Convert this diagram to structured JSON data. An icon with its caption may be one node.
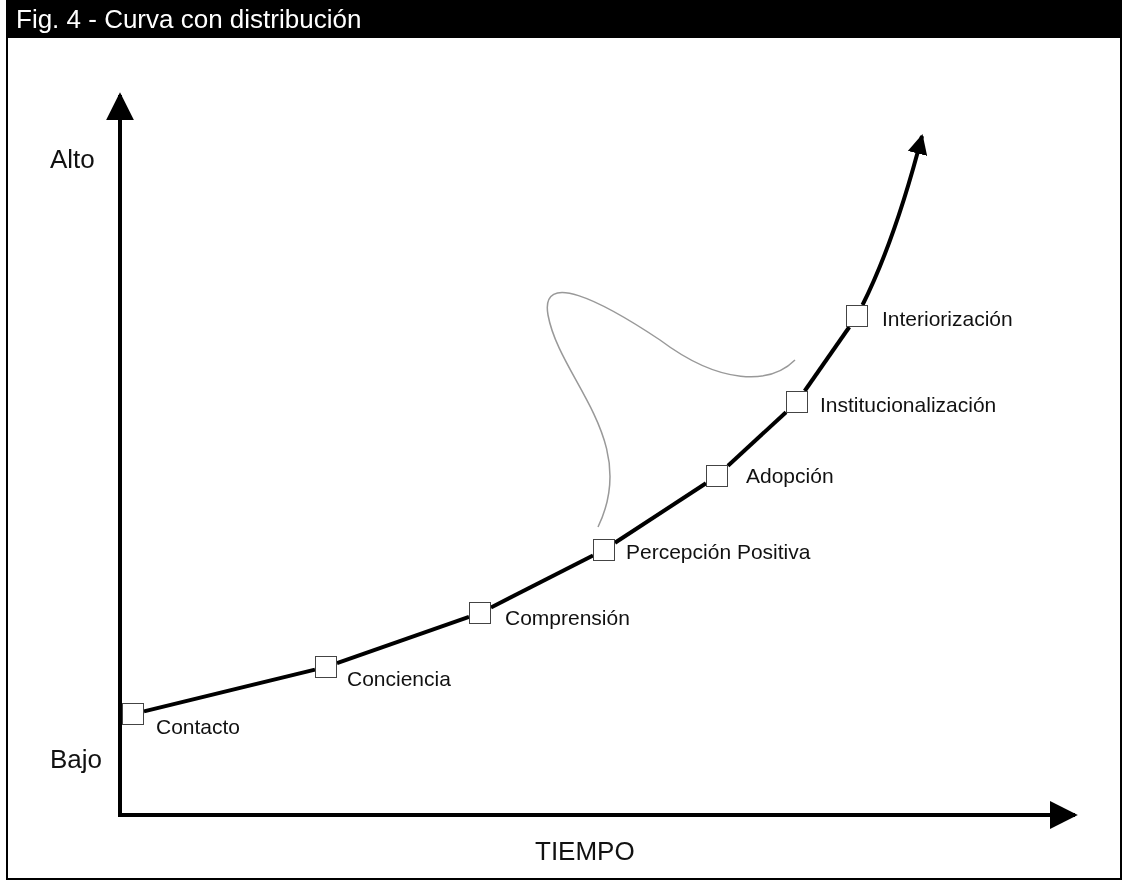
{
  "diagram": {
    "title": "Fig. 4 - Curva con distribución",
    "nodes": [
      {
        "text": [],
        "shape": "box",
        "beside": [
          "Contacto"
        ]
      },
      {
        "text": [],
        "shape": "box",
        "beside": [
          "Conciencia"
        ]
      },
      {
        "text": [],
        "shape": "box",
        "beside": [
          "Comprensión"
        ]
      },
      {
        "text": [],
        "shape": "box",
        "beside": [
          "Percepción Positiva"
        ]
      },
      {
        "text": [],
        "shape": "box",
        "beside": [
          "Adopción"
        ]
      },
      {
        "text": [],
        "shape": "box",
        "beside": [
          "Institucionalización"
        ]
      },
      {
        "text": [],
        "shape": "box",
        "beside": [
          "Interiorización"
        ]
      }
    ],
    "edges": [
      {
        "from": 0,
        "to": 1,
        "arrow": "none"
      },
      {
        "from": 1,
        "to": 2,
        "arrow": "none"
      },
      {
        "from": 2,
        "to": 3,
        "arrow": "none"
      },
      {
        "from": 3,
        "to": 4,
        "arrow": "none"
      },
      {
        "from": 4,
        "to": 5,
        "arrow": "none"
      },
      {
        "from": 5,
        "to": 6,
        "arrow": "none"
      },
      {
        "from": 6,
        "to": null,
        "arrow": "to"
      }
    ],
    "labels": [
      "Alto",
      "Bajo",
      "TIEMPO"
    ]
  }
}
